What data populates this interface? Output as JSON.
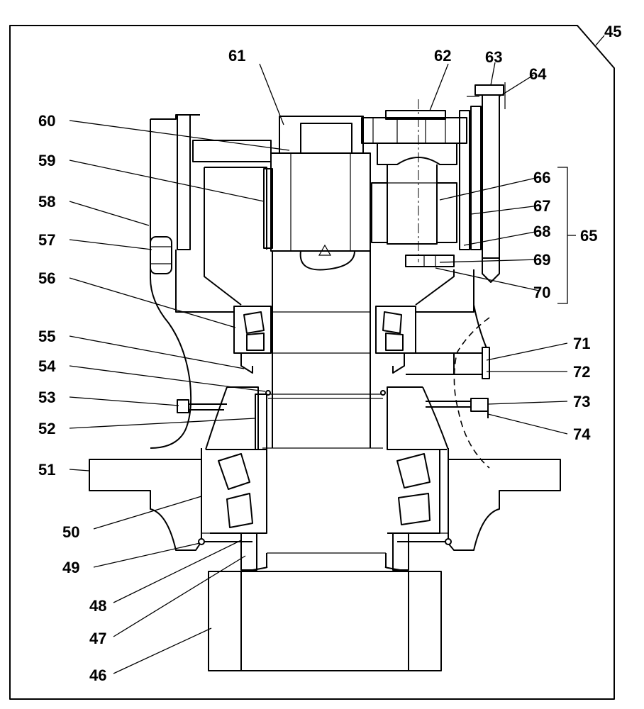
{
  "labels": {
    "l45": "45",
    "l46": "46",
    "l47": "47",
    "l48": "48",
    "l49": "49",
    "l50": "50",
    "l51": "51",
    "l52": "52",
    "l53": "53",
    "l54": "54",
    "l55": "55",
    "l56": "56",
    "l57": "57",
    "l58": "58",
    "l59": "59",
    "l60": "60",
    "l61": "61",
    "l62": "62",
    "l63": "63",
    "l64": "64",
    "l65": "65",
    "l66": "66",
    "l67": "67",
    "l68": "68",
    "l69": "69",
    "l70": "70",
    "l71": "71",
    "l72": "72",
    "l73": "73",
    "l74": "74"
  },
  "colors": {
    "ink": "#000000",
    "paper": "#ffffff"
  }
}
